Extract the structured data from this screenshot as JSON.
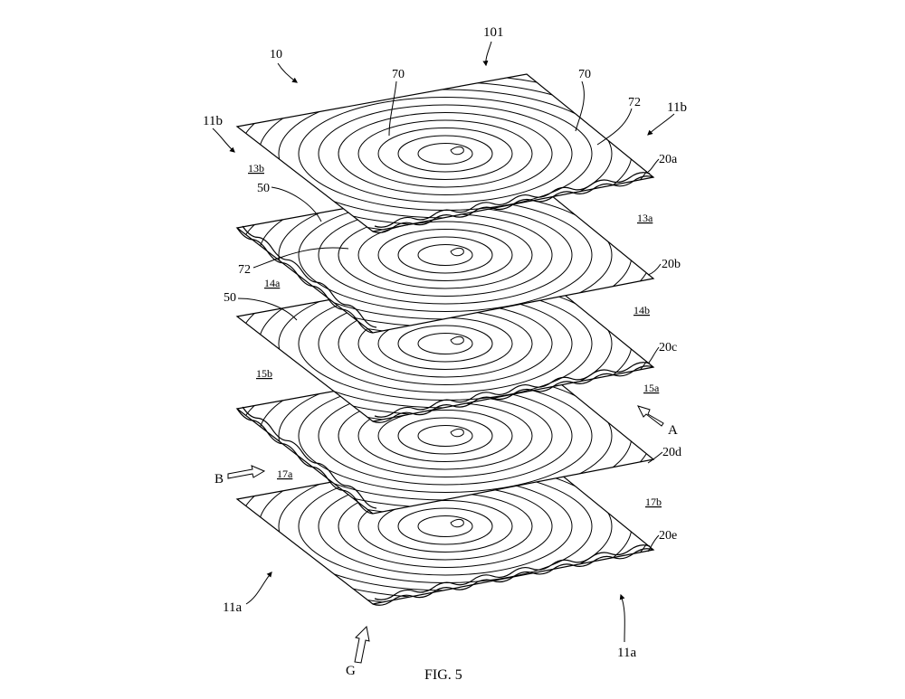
{
  "figure": {
    "caption": "FIG. 5",
    "plates": [
      "20a",
      "20b",
      "20c",
      "20d",
      "20e"
    ],
    "labels": {
      "n101": "101",
      "n10": "10",
      "n70_left": "70",
      "n70_right": "70",
      "n72_top": "72",
      "n72_mid": "72",
      "n11b_left": "11b",
      "n11b_right": "11b",
      "n13b": "13b",
      "n13a": "13a",
      "n50_top": "50",
      "n50_mid": "50",
      "n14a": "14a",
      "n14b": "14b",
      "n15b": "15b",
      "n15a": "15a",
      "A": "A",
      "B": "B",
      "n17a": "17a",
      "n17b": "17b",
      "n11a_left": "11a",
      "n11a_right": "11a",
      "G": "G"
    }
  }
}
